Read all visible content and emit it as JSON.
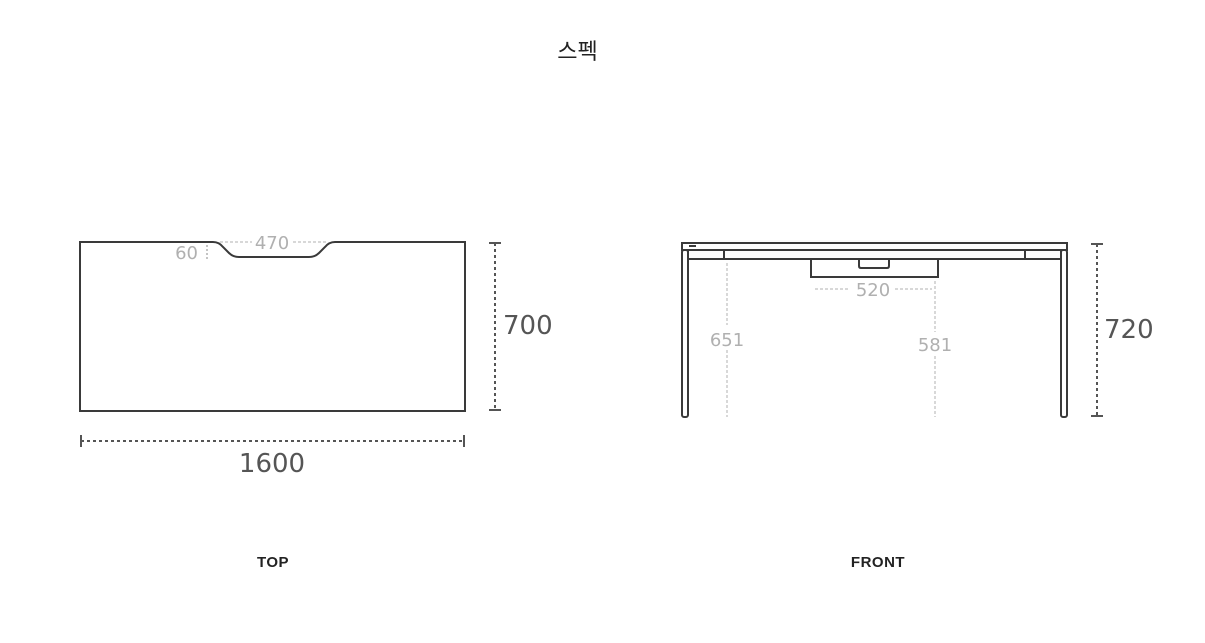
{
  "header": {
    "title": "스펙"
  },
  "views": [
    {
      "id": "top",
      "label": "TOP",
      "dimensions": {
        "width": "1600",
        "depth": "700",
        "notch_width": "470",
        "notch_depth": "60"
      }
    },
    {
      "id": "front",
      "label": "FRONT",
      "dimensions": {
        "height": "720",
        "clearance_leg": "651",
        "clearance_tray": "581",
        "tray_width": "520"
      }
    }
  ],
  "colors": {
    "outline": "#3a3a3a",
    "dimension_dark": "#555555",
    "dimension_light": "#b0b0b0",
    "label": "#222222"
  }
}
